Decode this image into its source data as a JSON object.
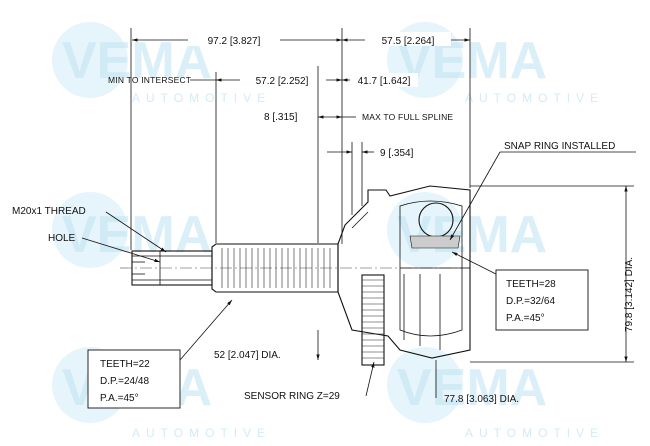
{
  "watermark": {
    "brand": "VEMA",
    "sub": "AUTOMOTIVE",
    "registered": "®"
  },
  "dimensions": {
    "overall_left": "97.2 [3.827]",
    "overall_right": "57.5 [2.264]",
    "min_intersect_label": "MIN TO INTERSECT",
    "min_intersect_value": "57.2 [2.252]",
    "spline_len": "41.7 [1.642]",
    "small_offset": "8 [.315]",
    "max_spline_label": "MAX TO FULL SPLINE",
    "snap_offset": "9 [.354]",
    "snap_ring_label": "SNAP RING INSTALLED",
    "thread_label": "M20x1 THREAD",
    "hole_label": "HOLE",
    "shaft_dia": "52 [2.047] DIA.",
    "outer_dia": "79.8 [3.142] DIA.",
    "housing_dia": "77.8 [3.063] DIA.",
    "sensor_ring": "SENSOR RING Z=29"
  },
  "spec_left": {
    "teeth": "TEETH=22",
    "dp": "D.P.=24/48",
    "pa": "P.A.=45°"
  },
  "spec_right": {
    "teeth": "TEETH=28",
    "dp": "D.P.=32/64",
    "pa": "P.A.=45°"
  }
}
